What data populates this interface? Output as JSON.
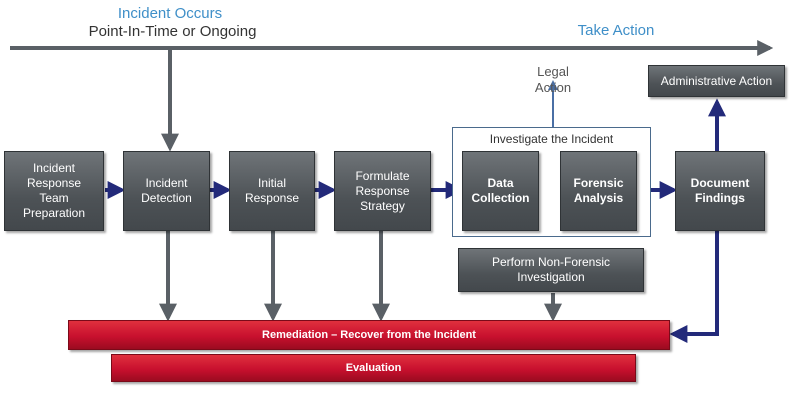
{
  "timeline": {
    "incident_occurs": "Incident Occurs",
    "point_in_time": "Point-In-Time or Ongoing",
    "take_action": "Take Action"
  },
  "legal_action": "Legal\nAction",
  "admin_action": "Administrative Action",
  "investigate_title": "Investigate the Incident",
  "steps": {
    "preparation": "Incident\nResponse\nTeam\nPreparation",
    "detection": "Incident\nDetection",
    "initial_response": "Initial\nResponse",
    "formulate": "Formulate\nResponse\nStrategy",
    "data_collection": "Data\nCollection",
    "forensic_analysis": "Forensic\nAnalysis",
    "document_findings": "Document\nFindings",
    "non_forensic": "Perform Non-Forensic\nInvestigation"
  },
  "remediation": "Remediation – Recover from the Incident",
  "evaluation": "Evaluation",
  "colors": {
    "timeline_blue": "#3f8fc8",
    "box_gray": "#4d5256",
    "arrow_gray": "#5a6066",
    "arrow_navy": "#232a7a",
    "red_bar": "#c8102e",
    "frame_border": "#4a6a8c"
  }
}
